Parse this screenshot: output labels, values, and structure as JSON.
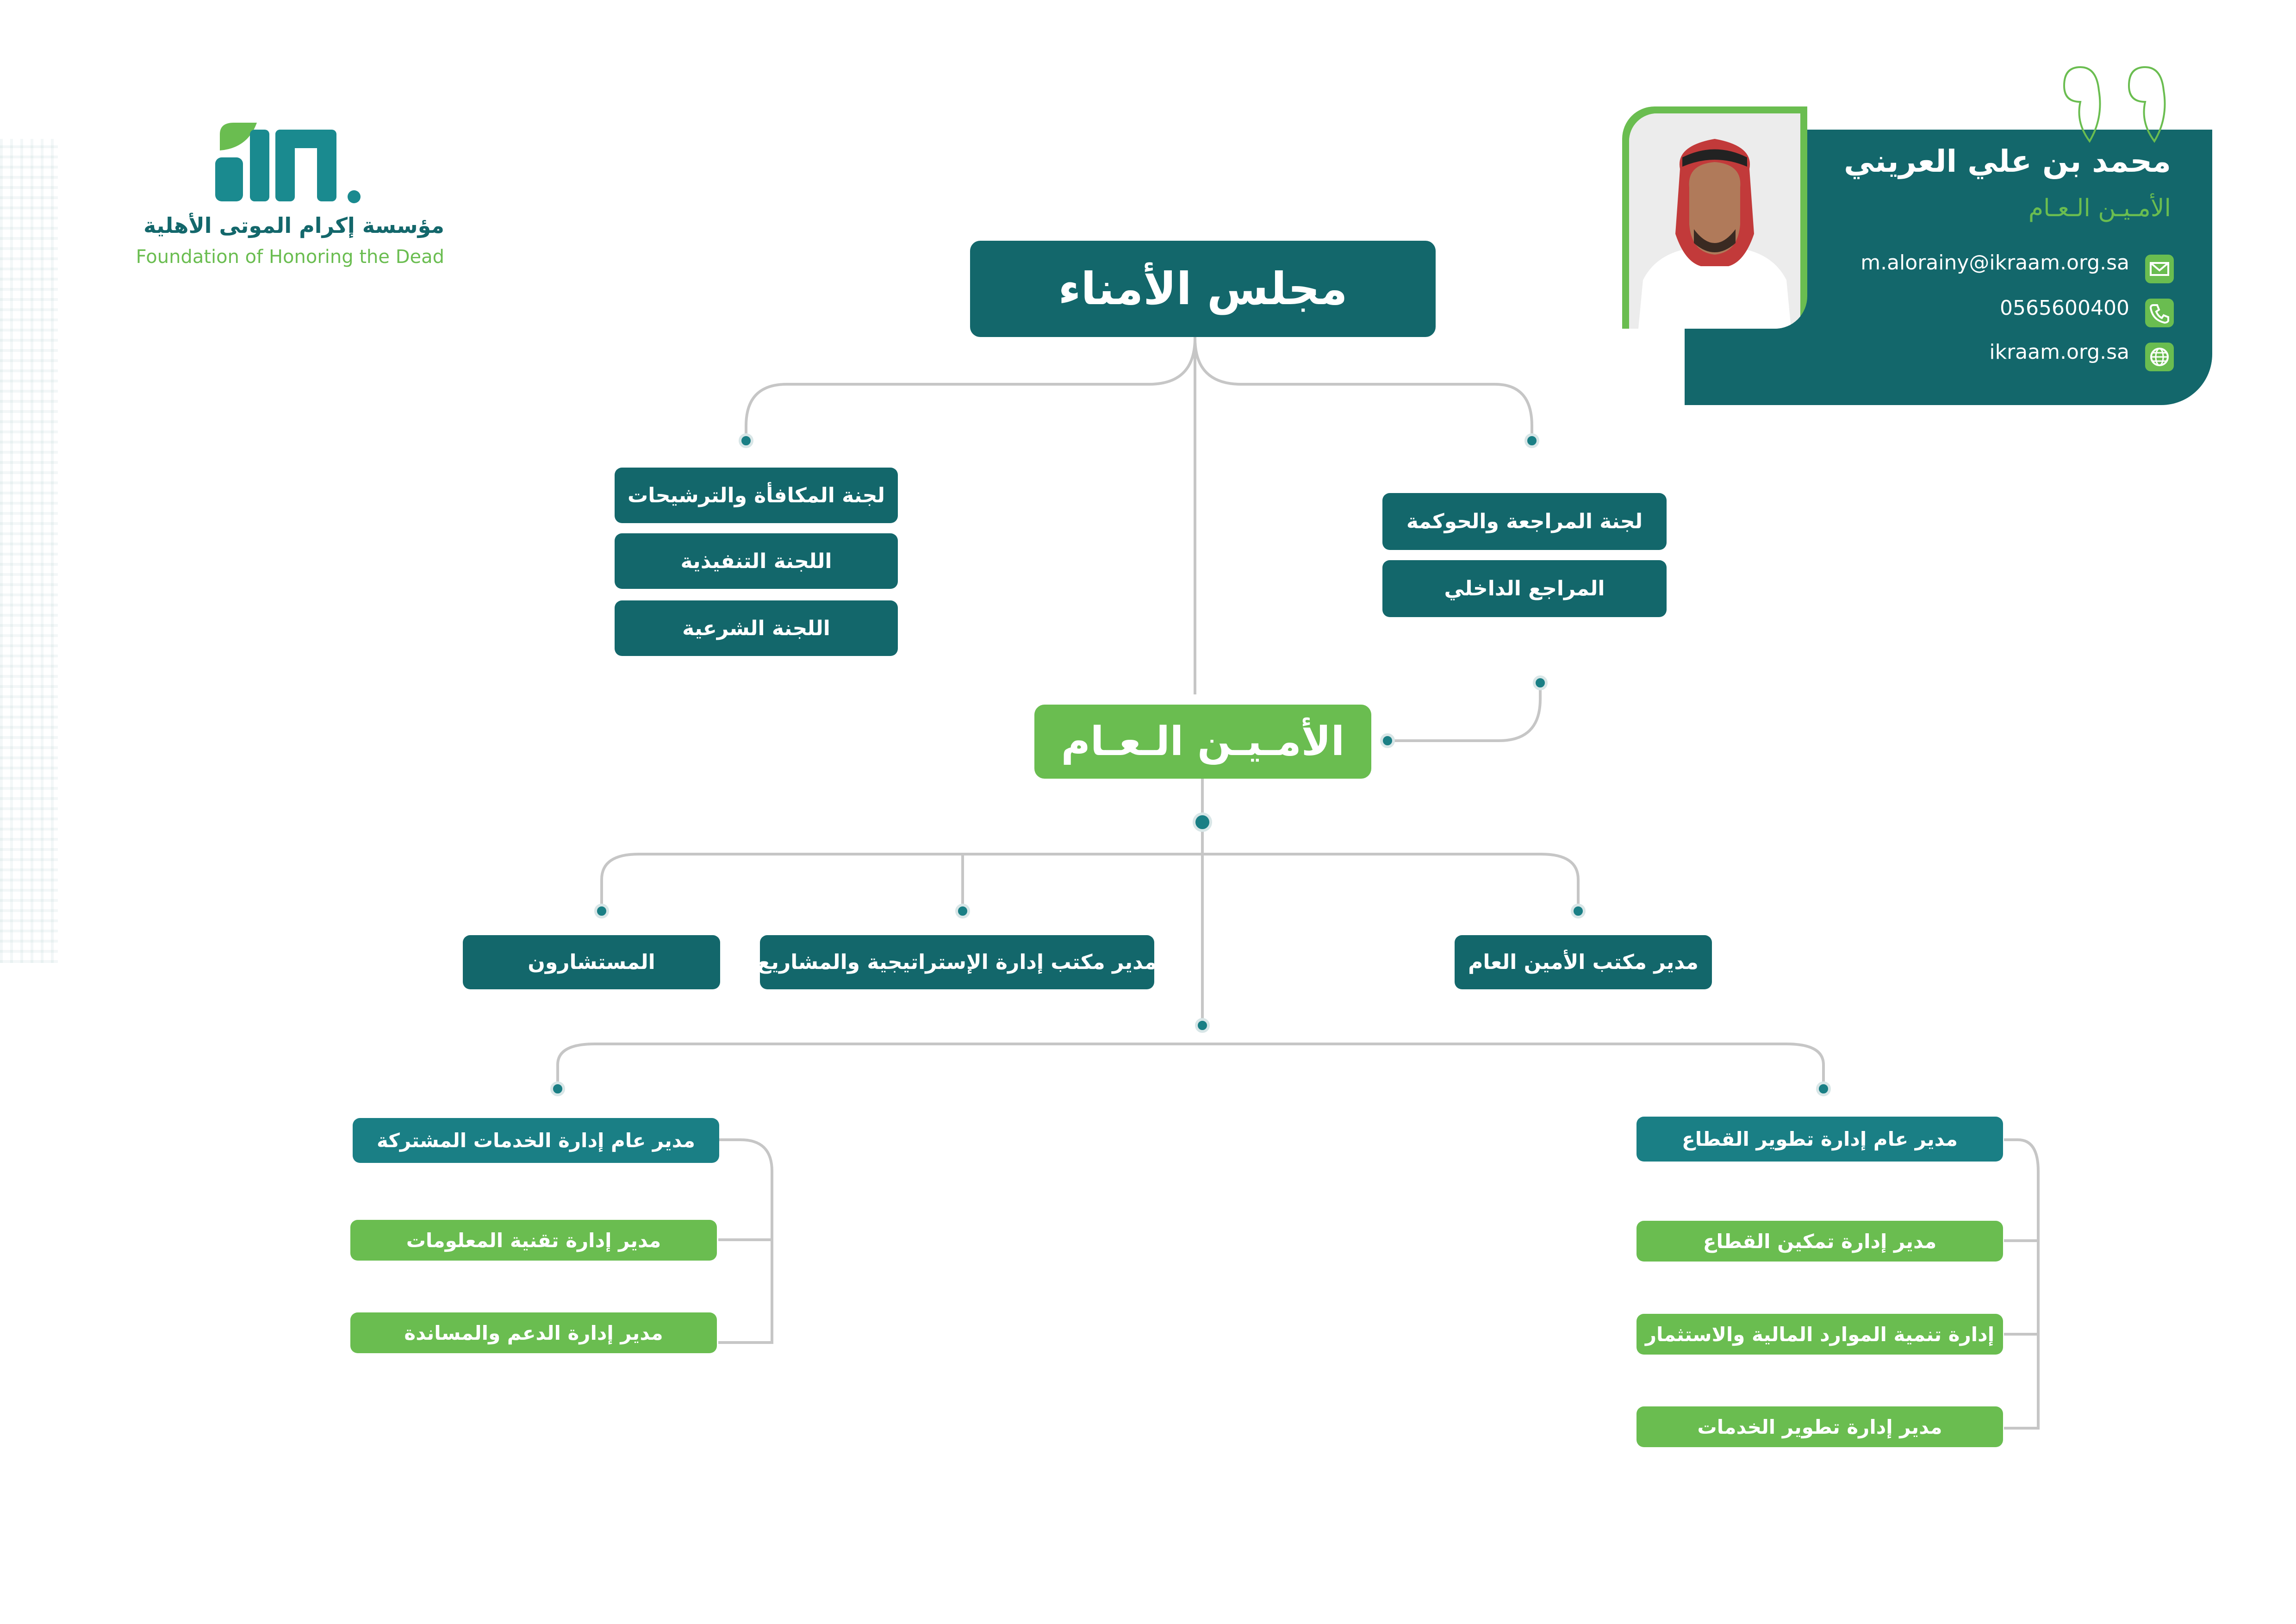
{
  "logo": {
    "name_ar": "مؤسسة إكرام الموتى الأهلية",
    "name_en": "Foundation of Honoring the Dead"
  },
  "profile": {
    "name": "محمد بن علي العريني",
    "title": "الأمـيـن الـعـام",
    "email": "m.alorainy@ikraam.org.sa",
    "phone": "0565600400",
    "website": "ikraam.org.sa"
  },
  "chart": {
    "board": "مجلس الأمناء",
    "left_committees": [
      "لجنة المكافأة والترشيحات",
      "اللجنة التنفيذية",
      "اللجنة الشرعية"
    ],
    "right_committees": [
      "لجنة المراجعة والحوكمة",
      "المراجع الداخلي"
    ],
    "secretary_general": "الأمـيـن الـعـام",
    "offices": {
      "consultants": "المستشارون",
      "strategy": "مدير مكتب إدارة الإستراتيجية والمشاريع",
      "sg_office": "مدير مكتب الأمين العام"
    },
    "shared_services": {
      "head": "مدير عام إدارة الخدمات المشتركة",
      "items": [
        "مدير إدارة تقنية المعلومات",
        "مدير إدارة الدعم والمساندة"
      ]
    },
    "sector_development": {
      "head": "مدير عام إدارة تطوير القطاع",
      "items": [
        "مدير إدارة تمكين القطاع",
        "إدارة تنمية الموارد المالية والاستثمار",
        "مدير إدارة تطوير الخدمات"
      ]
    }
  },
  "colors": {
    "teal": "#13676b",
    "green": "#6abd50",
    "line": "#c4c4c4"
  }
}
